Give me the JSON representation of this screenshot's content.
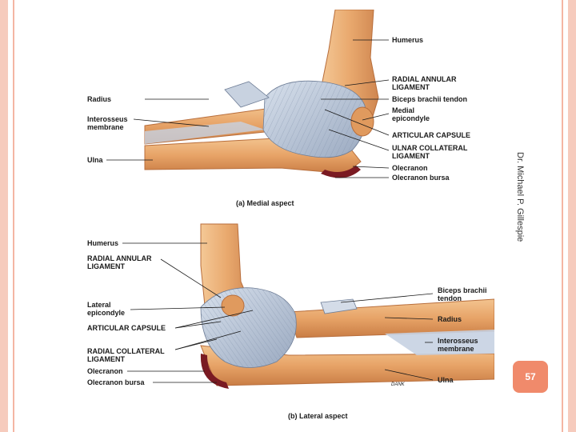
{
  "slide": {
    "author": "Dr. Michael P. Gillespie",
    "page_number": "57"
  },
  "figure": {
    "medial": {
      "caption": "(a) Medial aspect",
      "labels": {
        "humerus": "Humerus",
        "radial_annular": "RADIAL ANNULAR\nLIGAMENT",
        "biceps": "Biceps brachii tendon",
        "medial_epicondyle": "Medial\nepicondyle",
        "articular_capsule": "ARTICULAR CAPSULE",
        "ulnar_collateral": "ULNAR COLLATERAL\nLIGAMENT",
        "olecranon": "Olecranon",
        "olecranon_bursa": "Olecranon bursa",
        "radius": "Radius",
        "interosseus": "Interosseus\nmembrane",
        "ulna": "Ulna"
      }
    },
    "lateral": {
      "caption": "(b) Lateral aspect",
      "labels": {
        "humerus": "Humerus",
        "radial_annular": "RADIAL ANNULAR\nLIGAMENT",
        "lateral_epicondyle": "Lateral\nepicondyle",
        "articular_capsule": "ARTICULAR CAPSULE",
        "radial_collateral": "RADIAL COLLATERAL\nLIGAMENT",
        "olecranon": "Olecranon",
        "olecranon_bursa": "Olecranon bursa",
        "biceps": "Biceps brachii\ntendon",
        "radius": "Radius",
        "interosseus": "Interosseus\nmembrane",
        "ulna": "Ulna"
      },
      "credit": "DANK"
    }
  }
}
